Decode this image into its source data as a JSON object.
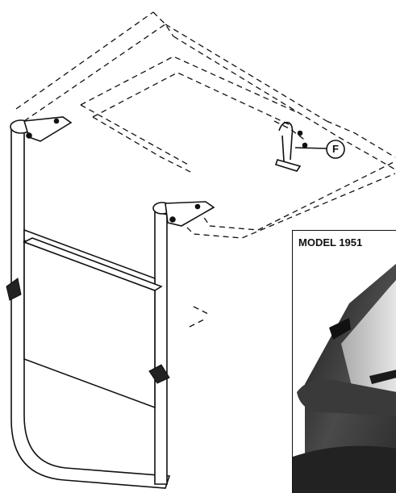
{
  "callout": {
    "letter": "F"
  },
  "inset": {
    "model_label": "MODEL 1951"
  },
  "colors": {
    "ink": "#111111",
    "paper": "#ffffff",
    "photo_dark": "#2b2b2b",
    "photo_mid": "#8a8a8a",
    "photo_light": "#d9d9d9"
  },
  "icons": {
    "callout": "circle-letter",
    "bracket": "u-clamp-bracket",
    "hinge": "pivot-hinge"
  }
}
